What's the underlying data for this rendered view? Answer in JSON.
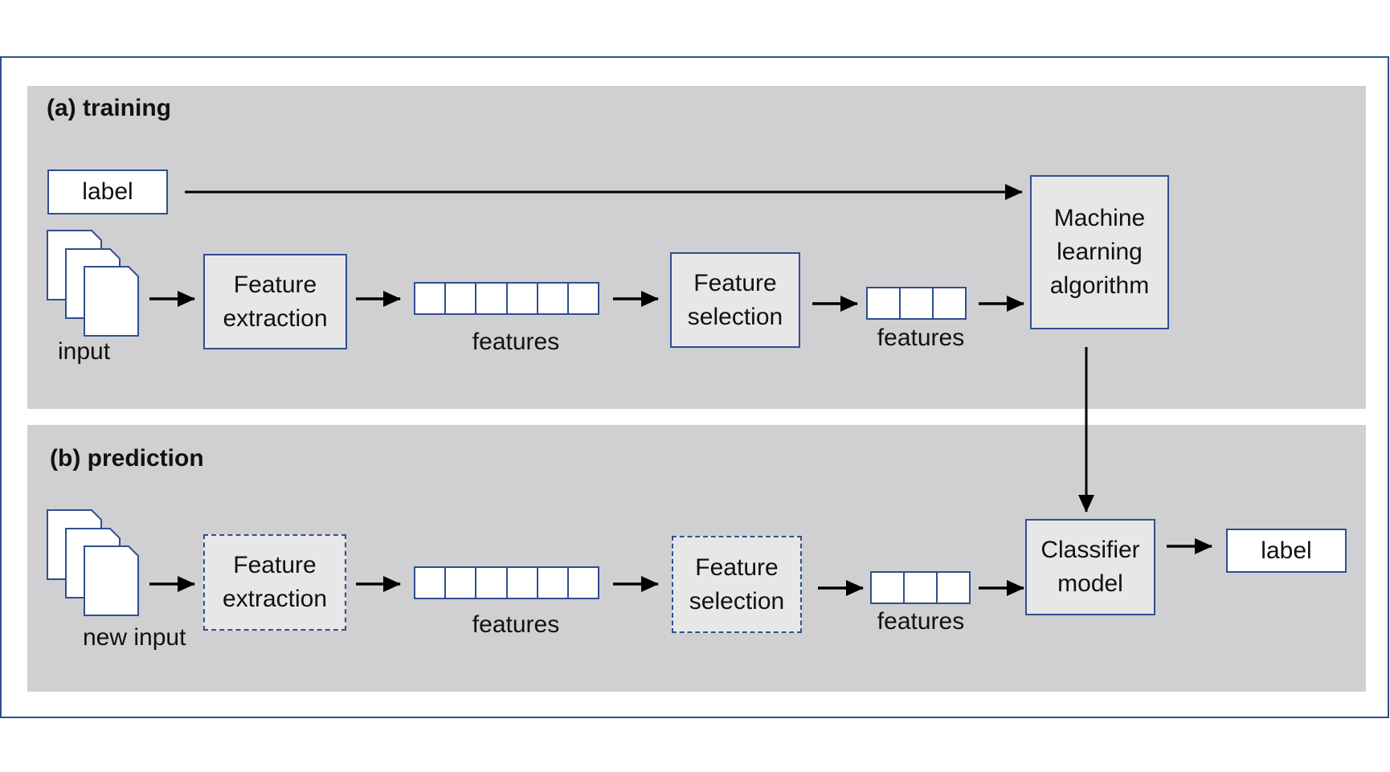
{
  "panels": {
    "training": {
      "title": "(a) training",
      "label_box": "label",
      "input_label": "input",
      "feature_extraction": [
        "Feature",
        "extraction"
      ],
      "features_long": "features",
      "feature_selection": [
        "Feature",
        "selection"
      ],
      "features_short": "features",
      "ml_algorithm": [
        "Machine",
        "learning",
        "algorithm"
      ]
    },
    "prediction": {
      "title": "(b) prediction",
      "input_label": "new input",
      "feature_extraction": [
        "Feature",
        "extraction"
      ],
      "features_long": "features",
      "feature_selection": [
        "Feature",
        "selection"
      ],
      "features_short": "features",
      "classifier": [
        "Classifier",
        "model"
      ],
      "output_label": "label"
    }
  },
  "colors": {
    "panel_bg": "#d0cfd1",
    "border": "#2f4f8f",
    "box_fill": "#e7e7e8",
    "arrow": "#000000"
  }
}
